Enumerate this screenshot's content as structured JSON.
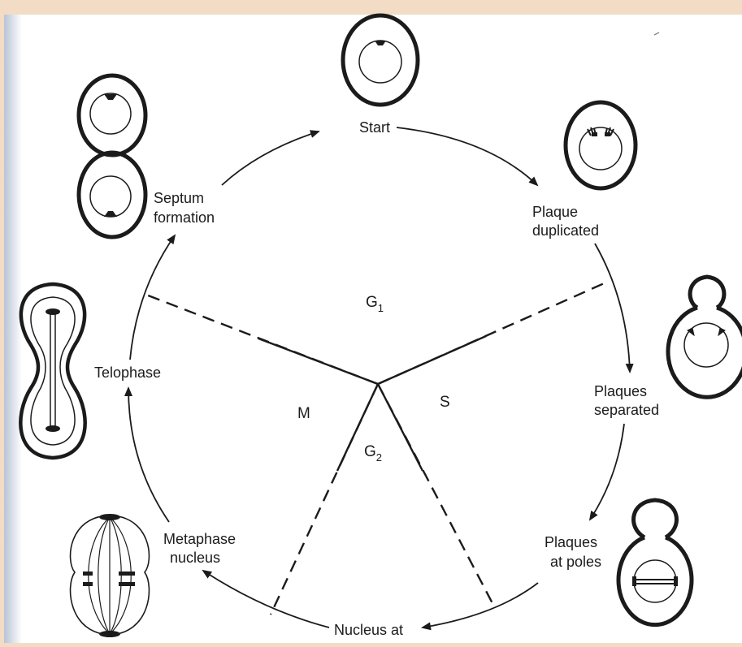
{
  "colors": {
    "background": "#f2dcc6",
    "paper": "#ffffff",
    "ink": "#1b1b1b"
  },
  "labels": {
    "start": "Start",
    "plaque_duplicated_1": "Plaque",
    "plaque_duplicated_2": "duplicated",
    "plaques_separated_1": "Plaques",
    "plaques_separated_2": "separated",
    "plaques_at_poles_1": "Plaques",
    "plaques_at_poles_2": "at poles",
    "nucleus_at": "Nucleus at",
    "metaphase_1": "Metaphase",
    "metaphase_2": "nucleus",
    "telophase": "Telophase",
    "septum_1": "Septum",
    "septum_2": "formation"
  },
  "phases": {
    "g1": "G",
    "g1_sub": "1",
    "s": "S",
    "g2": "G",
    "g2_sub": "2",
    "m": "M"
  },
  "icons": [
    "start-cell-icon",
    "plaque-duplicated-cell-icon",
    "budding-cell-icon",
    "poles-cell-icon",
    "metaphase-spindle-icon",
    "telophase-cell-icon",
    "septum-cells-icon"
  ]
}
